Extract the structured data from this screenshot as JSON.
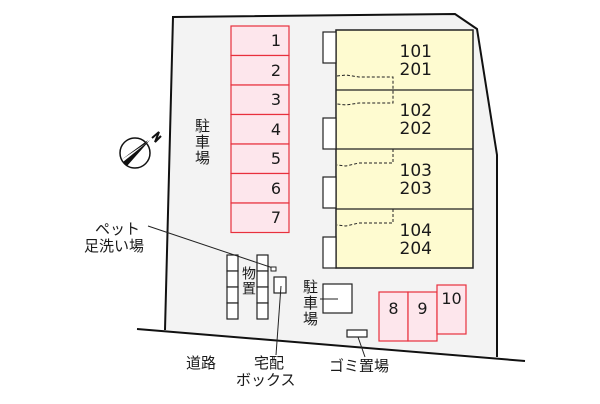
{
  "map": {
    "type": "site-layout-plan",
    "colors": {
      "lot_fill": "#f3f3f3",
      "lot_border": "#111111",
      "parking_fill": "#fde6ec",
      "parking_border": "#e8303d",
      "building_fill": "#fefbd0",
      "building_border": "#222222",
      "text": "#1a1a1a"
    },
    "compass": {
      "label": "N",
      "icon": "north-arrow-icon"
    },
    "parking_main": {
      "label": "駐車場",
      "spaces": [
        "1",
        "2",
        "3",
        "4",
        "5",
        "6",
        "7"
      ]
    },
    "building": {
      "units": [
        {
          "lower": "101",
          "upper": "201"
        },
        {
          "lower": "102",
          "upper": "202"
        },
        {
          "lower": "103",
          "upper": "203"
        },
        {
          "lower": "104",
          "upper": "204"
        }
      ]
    },
    "parking_secondary": {
      "label": "駐車場",
      "spaces": [
        "8",
        "9",
        "10"
      ]
    },
    "facilities": {
      "pet_wash_line1": "ペット",
      "pet_wash_line2": "足洗い場",
      "storage": "物置",
      "delivery_box_line1": "宅配",
      "delivery_box_line2": "ボックス",
      "garbage": "ゴミ置場",
      "road": "道路"
    }
  }
}
